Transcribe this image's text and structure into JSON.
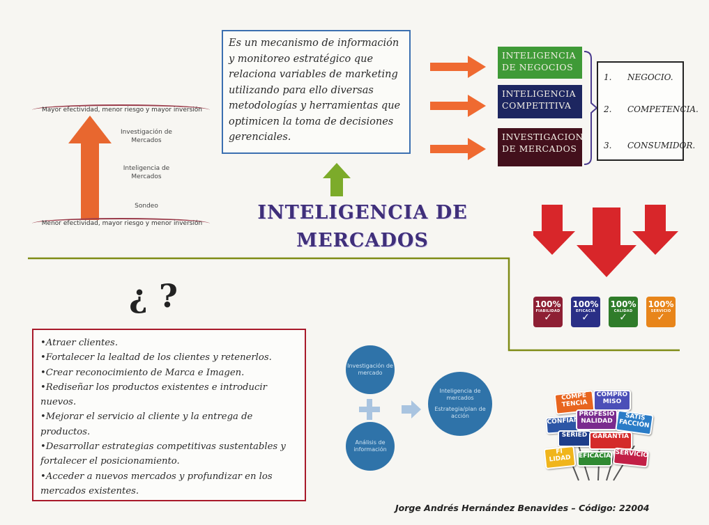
{
  "pyramid": {
    "top_label": "Mayor efectividad, menor riesgo y mayor inversión",
    "bottom_label": "Menor efectividad, mayor riesgo y menor inversión",
    "levels": [
      "Investigación de Mercados",
      "Inteligencia de Mercados",
      "Sondeo"
    ]
  },
  "definition": "Es un mecanismo de información y monitoreo estratégico que relaciona variables de marketing utilizando para ello diversas metodologías y herramientas que optimicen la toma de decisiones gerenciales.",
  "categories": [
    {
      "label": "INTELIGENCIA DE NEGOCIOS",
      "color": "#3f9a37"
    },
    {
      "label": "INTELIGENCIA COMPETITIVA",
      "color": "#1d2660"
    },
    {
      "label": "INVESTIGACION DE MERCADOS",
      "color": "#43101c"
    }
  ],
  "list": [
    {
      "num": "1.",
      "text": "NEGOCIO."
    },
    {
      "num": "2.",
      "text": "COMPETENCIA."
    },
    {
      "num": "3.",
      "text": "CONSUMIDOR."
    }
  ],
  "title_line1": "INTELIGENCIA DE",
  "title_line2": "MERCADOS",
  "question": "¿ ?",
  "purposes": [
    "•Atraer clientes.",
    "•Fortalecer la lealtad de los clientes y retenerlos.",
    "•Crear reconocimiento de Marca e Imagen.",
    "•Rediseñar los productos existentes e introducir nuevos.",
    "•Mejorar el servicio al cliente y la entrega de productos.",
    "•Desarrollar estrategias competitivas sustentables y fortalecer el posicionamiento.",
    "•Acceder a nuevos mercados y profundizar en los mercados existentes."
  ],
  "badges": [
    {
      "pct": "100%",
      "sub": "FIABILIDAD",
      "color": "#8e1f34"
    },
    {
      "pct": "100%",
      "sub": "EFICACIA",
      "color": "#2a2f86"
    },
    {
      "pct": "100%",
      "sub": "CALIDAD",
      "color": "#2f7c2a"
    },
    {
      "pct": "100%",
      "sub": "SERVICIO",
      "color": "#e8851a"
    }
  ],
  "circles": {
    "c1": "Investigación de mercado",
    "c2": "Análisis de información",
    "c3a": "Inteligencia de mercados",
    "c3b": "Estrategia/plan de acción"
  },
  "signs": [
    {
      "text": "COMPE TENCIA",
      "color": "#e8651f"
    },
    {
      "text": "COMPRO MISO",
      "color": "#4b4fb8"
    },
    {
      "text": "CONFIAN",
      "color": "#2c56a6"
    },
    {
      "text": "PROFESIO NALIDAD",
      "color": "#7a2b8e"
    },
    {
      "text": "SATIS FACCIÓN",
      "color": "#2a7cc7"
    },
    {
      "text": "SERIED",
      "color": "#1d3d8a"
    },
    {
      "text": "GARANTÍA",
      "color": "#d42a2a"
    },
    {
      "text": "FI LIDAD",
      "color": "#f0b51c"
    },
    {
      "text": "EFICACIA",
      "color": "#2f8a32"
    },
    {
      "text": "SERVICIO",
      "color": "#c21f46"
    }
  ],
  "footer": "Jorge Andrés Hernández Benavides – Código: 22004"
}
